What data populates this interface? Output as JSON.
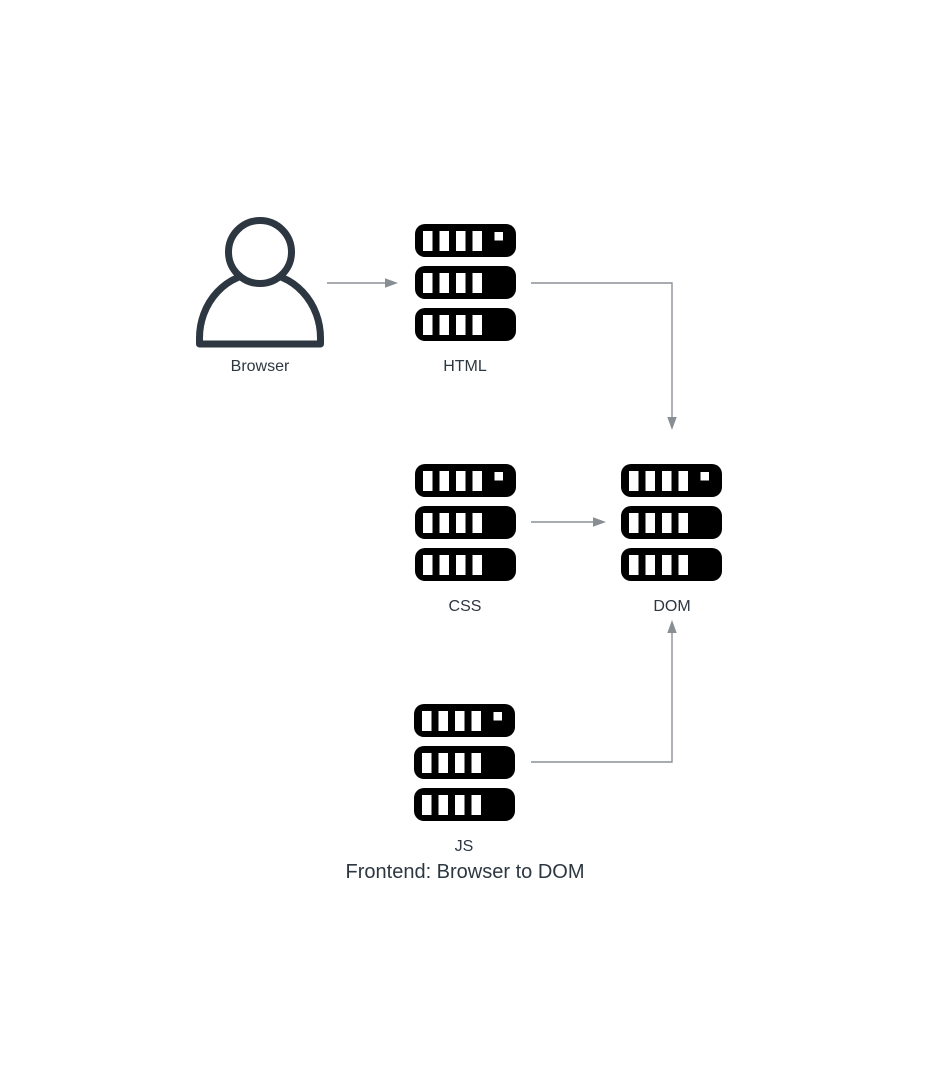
{
  "diagram": {
    "caption": "Frontend: Browser to DOM",
    "nodes": [
      {
        "id": "browser",
        "label": "Browser",
        "icon": "user-icon"
      },
      {
        "id": "html",
        "label": "HTML",
        "icon": "server-stack-icon"
      },
      {
        "id": "css",
        "label": "CSS",
        "icon": "server-stack-icon"
      },
      {
        "id": "dom",
        "label": "DOM",
        "icon": "server-stack-icon"
      },
      {
        "id": "js",
        "label": "JS",
        "icon": "server-stack-icon"
      }
    ],
    "edges": [
      {
        "from": "browser",
        "to": "html",
        "route": "straight-right"
      },
      {
        "from": "html",
        "to": "dom",
        "route": "right-then-down"
      },
      {
        "from": "css",
        "to": "dom",
        "route": "straight-right"
      },
      {
        "from": "js",
        "to": "dom",
        "route": "right-then-up"
      }
    ],
    "colors": {
      "background": "#ffffff",
      "icon_fill": "#000000",
      "person_stroke": "#2d3742",
      "text": "#2d3742",
      "arrow": "#8c9196"
    }
  }
}
